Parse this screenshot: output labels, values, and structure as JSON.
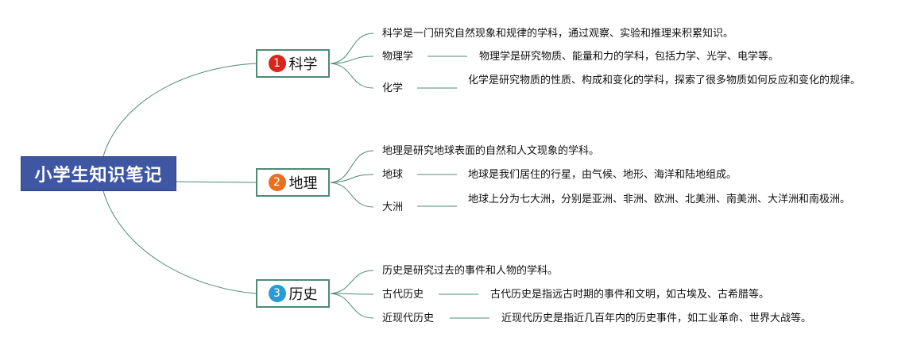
{
  "title": "小学生知识笔记",
  "colors": {
    "root": "#3f56a3",
    "line": "#4f8a73",
    "badge1": "#d7261b",
    "badge2": "#e8701e",
    "badge3": "#2a9ad6"
  },
  "branches": [
    {
      "number": "1",
      "label": "科学",
      "summary": "科学是一门研究自然现象和规律的学科，通过观察、实验和推理来积累知识。",
      "items": [
        {
          "term": "物理学",
          "desc": "物理学是研究物质、能量和力的学科，包括力学、光学、电学等。"
        },
        {
          "term": "化学",
          "desc": "化学是研究物质的性质、构成和变化的学科，探索了很多物质如何反应和变化的规律。"
        }
      ]
    },
    {
      "number": "2",
      "label": "地理",
      "summary": "地理是研究地球表面的自然和人文现象的学科。",
      "items": [
        {
          "term": "地球",
          "desc": "地球是我们居住的行星，由气候、地形、海洋和陆地组成。"
        },
        {
          "term": "大洲",
          "desc": "地球上分为七大洲，分别是亚洲、非洲、欧洲、北美洲、南美洲、大洋洲和南极洲。"
        }
      ]
    },
    {
      "number": "3",
      "label": "历史",
      "summary": "历史是研究过去的事件和人物的学科。",
      "items": [
        {
          "term": "古代历史",
          "desc": "古代历史是指远古时期的事件和文明，如古埃及、古希腊等。"
        },
        {
          "term": "近现代历史",
          "desc": "近现代历史是指近几百年内的历史事件，如工业革命、世界大战等。"
        }
      ]
    }
  ]
}
